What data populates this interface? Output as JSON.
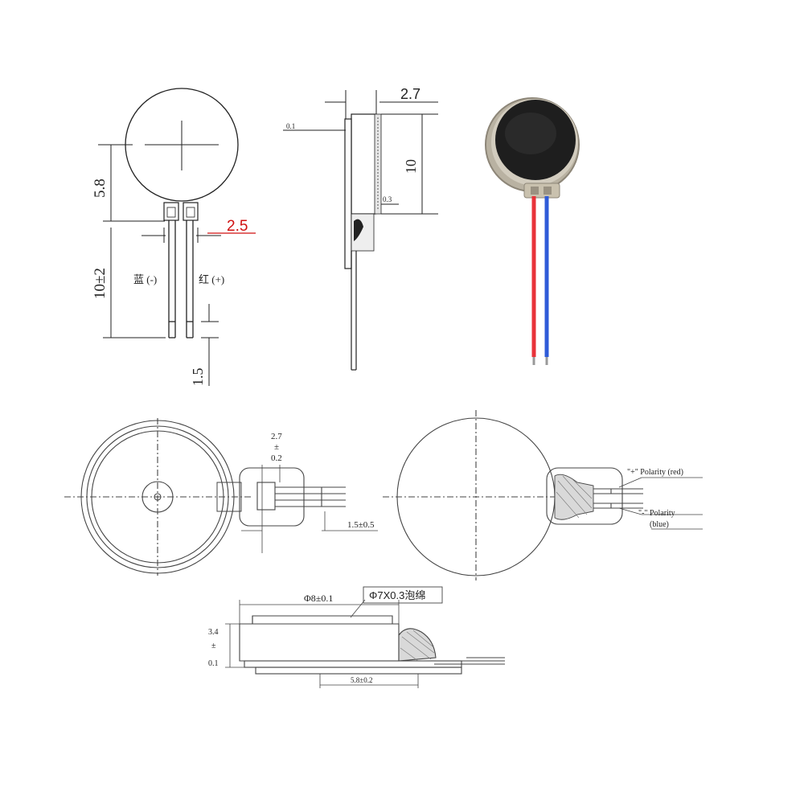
{
  "drawing1": {
    "dim_diameter": "2.5",
    "dim_height": "5.8",
    "dim_lead": "10±2",
    "dim_strip": "1.5",
    "lead_neg": "蓝 (-)",
    "lead_pos": "红 (+)"
  },
  "drawing2": {
    "dim_thickness": "2.7",
    "dim_diameter": "10",
    "dim_gap": "0.1",
    "dim_small": "0.3"
  },
  "drawing3": {
    "dim_top": "2.7",
    "dim_pm": "±",
    "dim_tol": "0.2",
    "dim_strip": "1.5±0.5"
  },
  "drawing4": {
    "plus_label": "\"+\" Polarity (red)",
    "minus_label": "\"-\" Polarity",
    "minus_sub": "(blue)"
  },
  "drawing5": {
    "foam_label": "Φ7X0.3泡绵",
    "diameter_label": "Φ8±0.1",
    "height_a": "3.4",
    "height_pm": "±",
    "height_b": "0.1",
    "width_label": "5.8±0.2"
  },
  "colors": {
    "red_wire": "#e8333a",
    "blue_wire": "#2f5bd8",
    "motor_face": "#1e1e1e",
    "motor_rim": "#b9b2a2",
    "dim_red": "#d01010"
  }
}
